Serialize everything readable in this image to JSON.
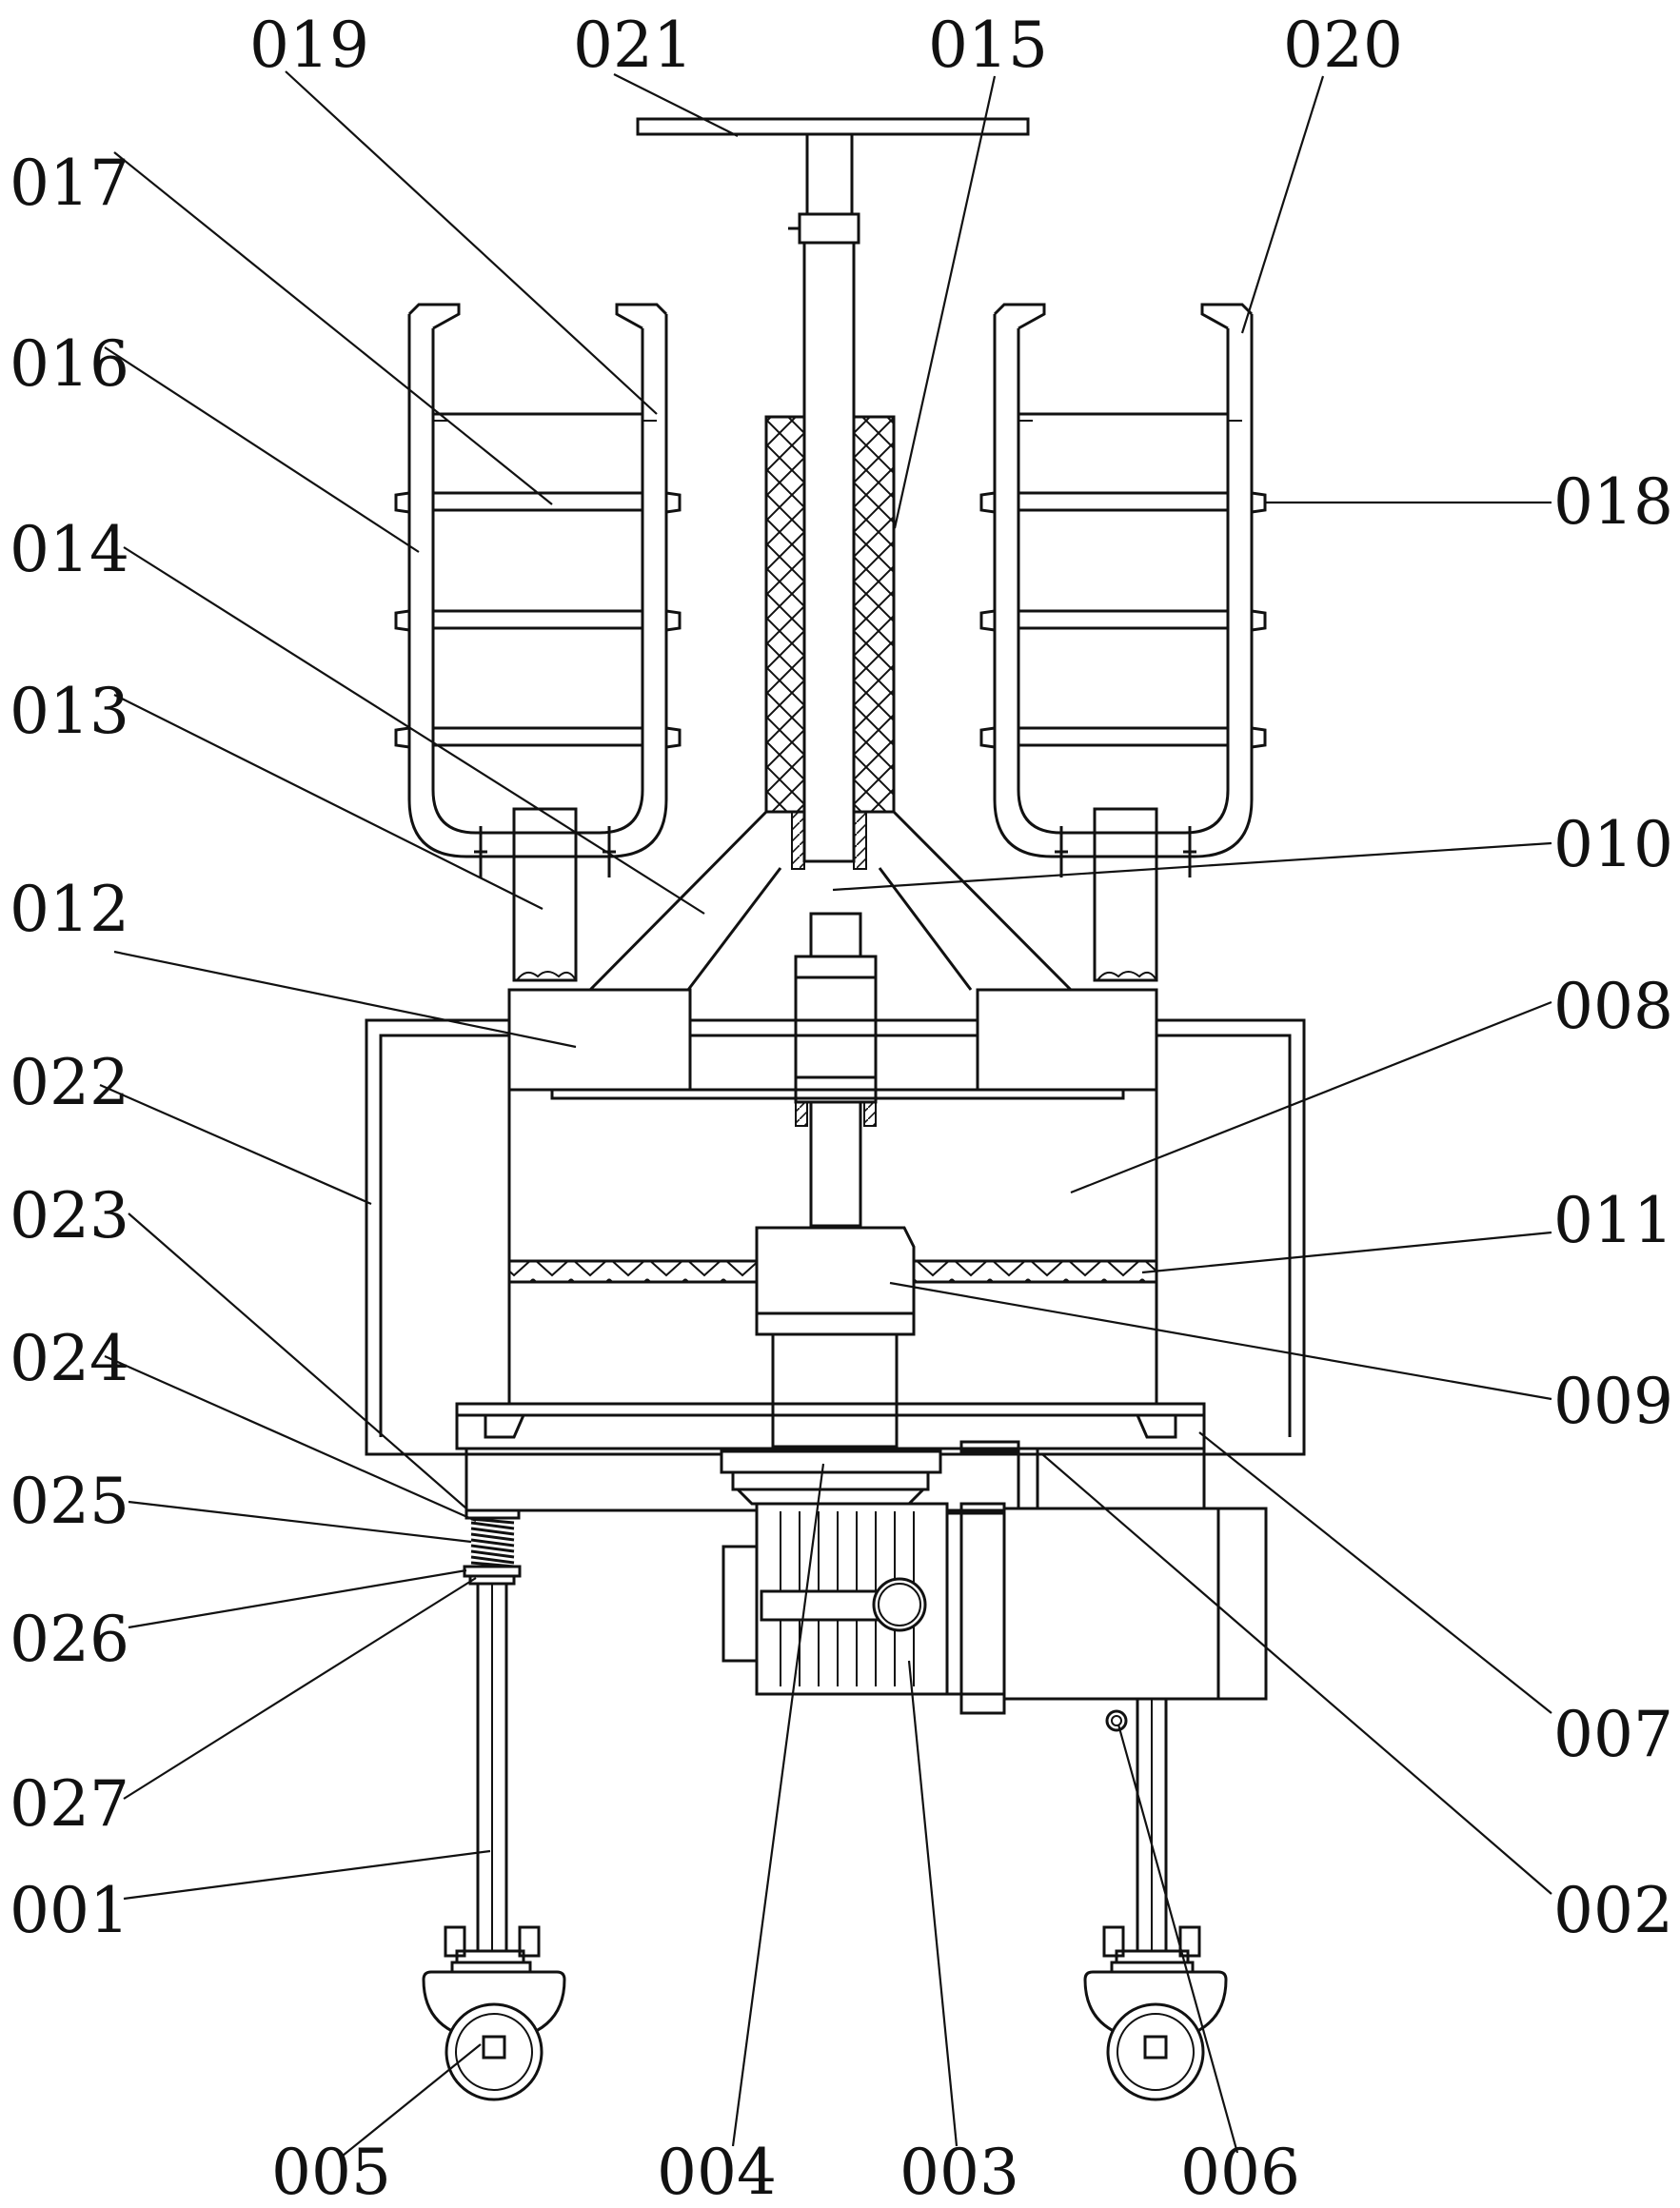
{
  "labels": {
    "l019": "019",
    "l021": "021",
    "l015": "015",
    "l020": "020",
    "l017": "017",
    "l016": "016",
    "l018": "018",
    "l014": "014",
    "l013": "013",
    "l010": "010",
    "l012": "012",
    "l008": "008",
    "l022": "022",
    "l023": "023",
    "l011": "011",
    "l024": "024",
    "l009": "009",
    "l025": "025",
    "l026": "026",
    "l007": "007",
    "l027": "027",
    "l001": "001",
    "l002": "002",
    "l005": "005",
    "l004": "004",
    "l003": "003",
    "l006": "006"
  },
  "colors": {
    "line": "#111111",
    "background": "#ffffff"
  }
}
